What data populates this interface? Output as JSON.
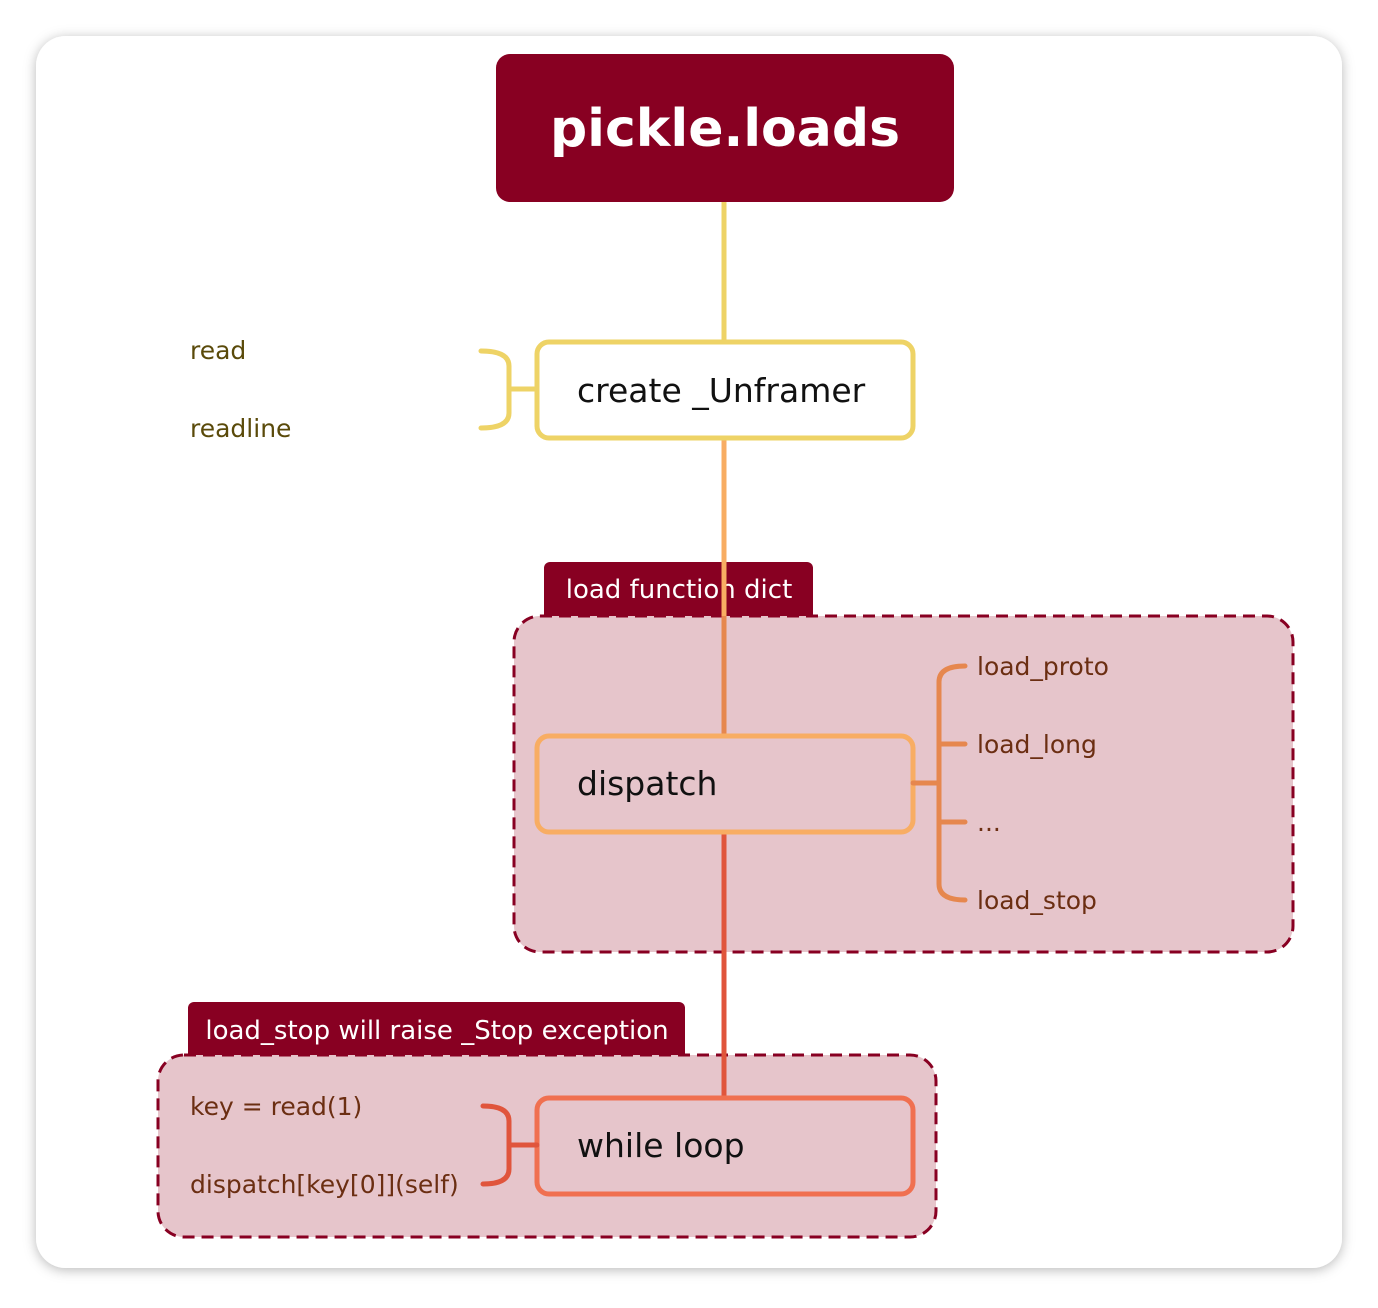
{
  "root": {
    "label": "pickle.loads"
  },
  "unframer": {
    "label": "create _Unframer",
    "inputs": [
      "read",
      "readline"
    ]
  },
  "dict_group": {
    "tab_label": "load function dict",
    "dispatch_label": "dispatch",
    "functions": [
      "load_proto",
      "load_long",
      "...",
      "load_stop"
    ]
  },
  "loop_group": {
    "tab_label": "load_stop will raise _Stop exception",
    "loop_label": "while loop",
    "steps": [
      "key = read(1)",
      "dispatch[key[0]](self)"
    ]
  },
  "colors": {
    "root_fill": "#880022",
    "group_fill": "#e6c5cb",
    "group_border": "#880022",
    "yellow": "#eed366",
    "light_orange": "#f8ad63",
    "orange": "#e6874e",
    "red_orange": "#e0553c",
    "coral": "#f07050",
    "olive_text": "#5a4a0a",
    "brown_text": "#6b2e12"
  }
}
